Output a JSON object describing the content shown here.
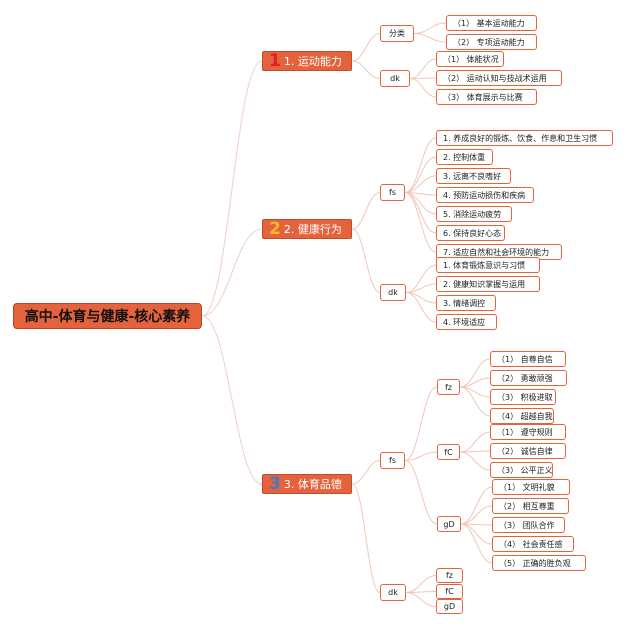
{
  "root": {
    "label": "高中-体育与健康-核心素养"
  },
  "branches": [
    {
      "number": "1",
      "number_color": "#e41e1e",
      "label": "1. 运动能力",
      "children": [
        {
          "label": "分类",
          "children": [
            "（1） 基本运动能力",
            "（2） 专项运动能力"
          ]
        },
        {
          "label": "dk",
          "children": [
            "（1） 体能状况",
            "（2） 运动认知与技战术运用",
            "（3） 体育展示与比赛"
          ]
        }
      ]
    },
    {
      "number": "2",
      "number_color": "#f5b62a",
      "label": "2. 健康行为",
      "children": [
        {
          "label": "fs",
          "children": [
            "1. 养成良好的锻炼、饮食、作息和卫生习惯",
            "2. 控制体重",
            "3. 远离不良嗜好",
            "4. 预防运动损伤和疾病",
            "5. 消除运动疲劳",
            "6. 保持良好心态",
            "7. 适应自然和社会环境的能力"
          ]
        },
        {
          "label": "dk",
          "children": [
            "1. 体育锻炼意识与习惯",
            "2. 健康知识掌握与运用",
            "3. 情绪调控",
            "4. 环境适应"
          ]
        }
      ]
    },
    {
      "number": "3",
      "number_color": "#3a7fc1",
      "label": "3. 体育品德",
      "children": [
        {
          "label": "fs",
          "children": [
            {
              "label": "fz",
              "children": [
                "（1） 自尊自信",
                "（2） 勇敢顽强",
                "（3） 积极进取",
                "（4） 超越自我"
              ]
            },
            {
              "label": "fC",
              "children": [
                "（1） 遵守规则",
                "（2） 诚信自律",
                "（3） 公平正义"
              ]
            },
            {
              "label": "gD",
              "children": [
                "（1） 文明礼貌",
                "（2） 相互尊重",
                "（3） 团队合作",
                "（4） 社会责任感",
                "（5） 正确的胜负观"
              ]
            }
          ]
        },
        {
          "label": "dk",
          "children": [
            "fz",
            "fC",
            "gD"
          ]
        }
      ]
    }
  ]
}
